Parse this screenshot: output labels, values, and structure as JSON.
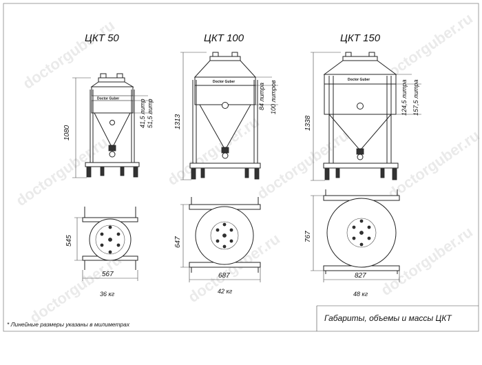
{
  "footer_title": "Габариты, объемы и массы ЦКТ",
  "note": "* Линейные размеры указаны в милиметрах",
  "watermark": "doctorguber.ru",
  "brand_label": "Doctor Guber",
  "tanks": [
    {
      "title": "ЦКТ 50",
      "height": "1080",
      "depth": "545",
      "width": "567",
      "mass": "36 кг",
      "vol_a": "41,5 литр",
      "vol_b": "51,5 литр"
    },
    {
      "title": "ЦКТ 100",
      "height": "1313",
      "depth": "647",
      "width": "687",
      "mass": "42 кг",
      "vol_a": "84 литра",
      "vol_b": "100 литров"
    },
    {
      "title": "ЦКТ 150",
      "height": "1338",
      "depth": "767",
      "width": "827",
      "mass": "48 кг",
      "vol_a": "124,5 литра",
      "vol_b": "157,5 литра"
    }
  ]
}
